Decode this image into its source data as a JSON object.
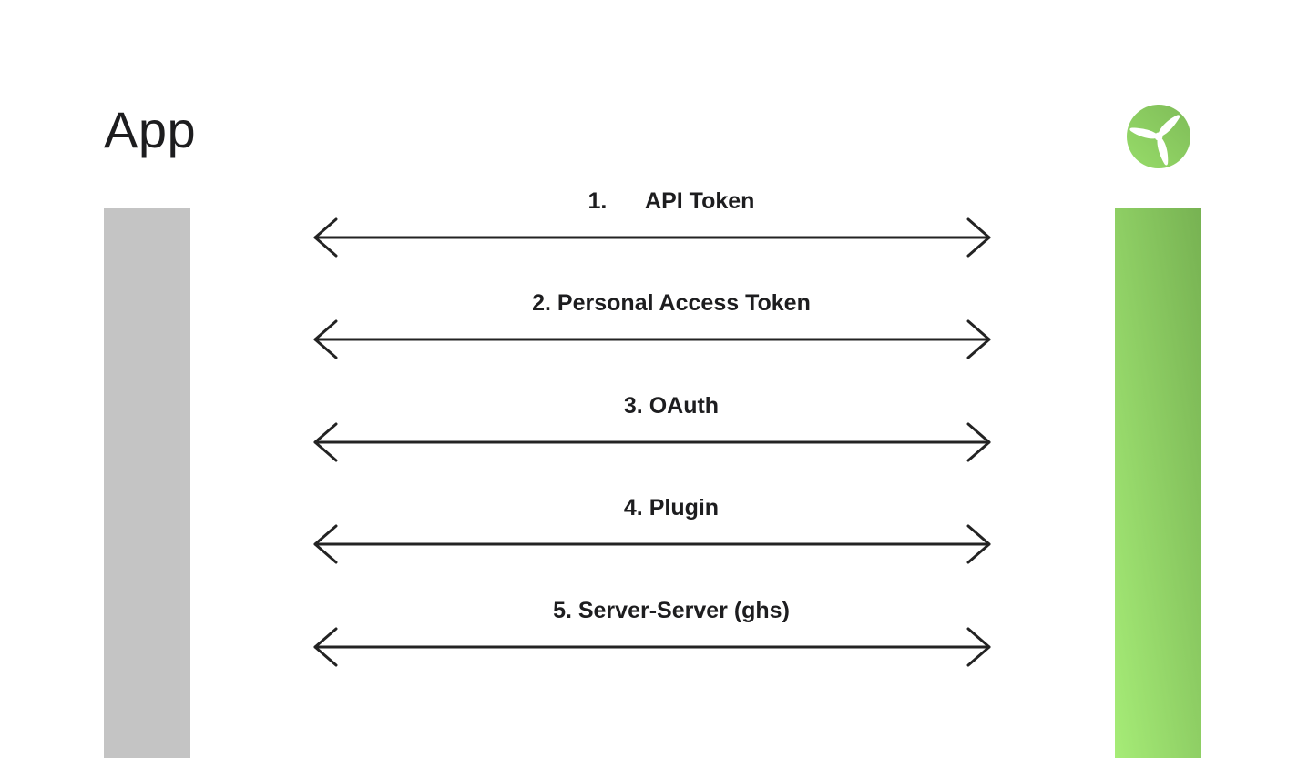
{
  "header": {
    "left_entity_label": "App"
  },
  "logo": {
    "icon": "wind-turbine-icon"
  },
  "connections": [
    {
      "label": "1.      API Token"
    },
    {
      "label": "2. Personal Access Token"
    },
    {
      "label": "3. OAuth"
    },
    {
      "label": "4. Plugin"
    },
    {
      "label": "5. Server-Server (ghs)"
    }
  ],
  "colors": {
    "background": "#ffffff",
    "text": "#1d1d1f",
    "arrow": "#232323",
    "left_bar": "#c4c4c4",
    "green_dark": "#77b252",
    "green_light": "#a6ec77",
    "logo_green_dark": "#7fbc58",
    "logo_green_light": "#97dc69",
    "logo_blade": "#ffffff"
  }
}
